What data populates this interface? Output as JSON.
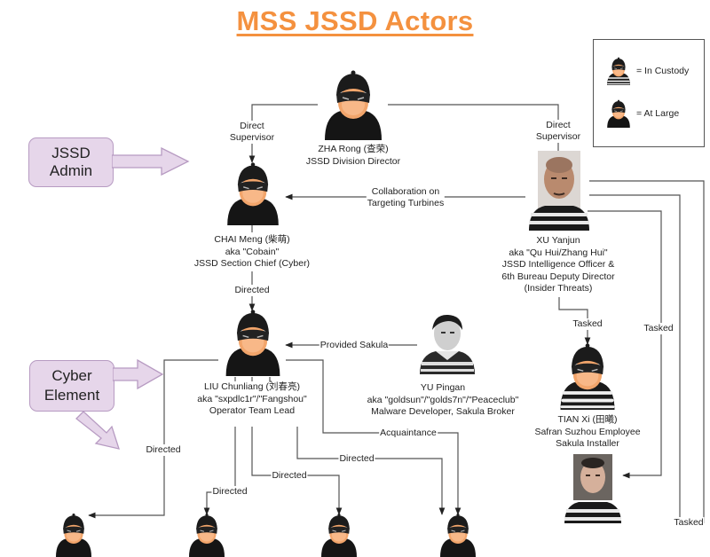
{
  "title": "MSS JSSD Actors",
  "legend": {
    "in_custody": "= In Custody",
    "at_large": "= At Large"
  },
  "groups": {
    "jssd_admin": "JSSD Admin",
    "cyber_element": [
      "Cyber",
      "Element"
    ]
  },
  "actors": {
    "zha_rong": {
      "lines": [
        "ZHA Rong (查荣)",
        "JSSD Division Director"
      ],
      "status": "at_large"
    },
    "chai_meng": {
      "lines": [
        "CHAI Meng (柴萌)",
        "aka \"Cobain\"",
        "JSSD Section Chief (Cyber)"
      ],
      "status": "at_large"
    },
    "xu_yanjun": {
      "lines": [
        "XU Yanjun",
        "aka \"Qu Hui/Zhang Hui\"",
        "JSSD Intelligence Officer &",
        "6th Bureau Deputy Director",
        "(Insider Threats)"
      ],
      "status": "in_custody"
    },
    "liu_chunliang": {
      "lines": [
        "LIU Chunliang (刘春亮)",
        "aka \"sxpdlc1r\"/\"Fangshou\"",
        "Operator Team Lead"
      ],
      "status": "at_large"
    },
    "yu_pingan": {
      "lines": [
        "YU Pingan",
        "aka \"goldsun\"/\"golds7n\"/\"Peaceclub\"",
        "Malware Developer, Sakula Broker"
      ],
      "status": "in_custody"
    },
    "tian_xi": {
      "lines": [
        "TIAN Xi (田曦)",
        "Safran Suzhou Employee",
        "Sakula Installer"
      ],
      "status": "in_custody"
    }
  },
  "edges": {
    "zha_to_chai": [
      "Direct",
      "Supervisor"
    ],
    "zha_to_xu": [
      "Direct",
      "Supervisor"
    ],
    "xu_to_chai": [
      "Collaboration on",
      "Targeting Turbines"
    ],
    "chai_to_liu": "Directed",
    "yu_to_liu": "Provided Sakula",
    "xu_to_tian": "Tasked",
    "xu_to_photo": "Tasked",
    "liu_to_left": "Directed",
    "liu_to_a": "Directed",
    "liu_to_b": "Directed",
    "liu_to_c": "Directed",
    "liu_acquaintance": "Acquaintance",
    "xu_bottom_right": "Tasked"
  },
  "colors": {
    "title": "#f4913f",
    "group_fill": "#e6d6ea",
    "group_border": "#b79bc2",
    "wire": "#555555"
  }
}
